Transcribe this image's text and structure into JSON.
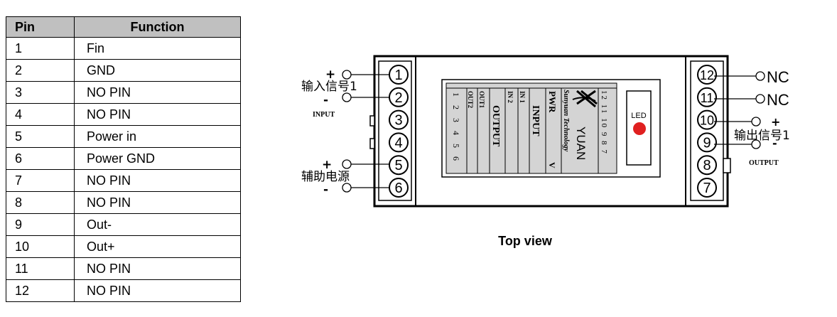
{
  "table": {
    "headers": {
      "pin": "Pin",
      "function": "Function"
    },
    "rows": [
      {
        "pin": "1",
        "function": "Fin"
      },
      {
        "pin": "2",
        "function": "GND"
      },
      {
        "pin": "3",
        "function": "NO PIN"
      },
      {
        "pin": "4",
        "function": "NO PIN"
      },
      {
        "pin": "5",
        "function": "Power in"
      },
      {
        "pin": "6",
        "function": "Power GND"
      },
      {
        "pin": "7",
        "function": "NO PIN"
      },
      {
        "pin": "8",
        "function": "NO PIN"
      },
      {
        "pin": "9",
        "function": "Out-"
      },
      {
        "pin": "10",
        "function": "Out+"
      },
      {
        "pin": "11",
        "function": "NO PIN"
      },
      {
        "pin": "12",
        "function": "NO PIN"
      }
    ]
  },
  "diagram": {
    "caption": "Top view",
    "left_terminals": [
      "1",
      "2",
      "3",
      "4",
      "5",
      "6"
    ],
    "right_terminals": [
      "12",
      "11",
      "10",
      "9",
      "8",
      "7"
    ],
    "input_signal_label": "输入信号1",
    "input_label": "INPUT",
    "aux_power_label": "辅助电源",
    "output_signal_label": "输出信号1",
    "output_label": "OUTPUT",
    "nc_label": "NC",
    "plus": "+",
    "minus": "-",
    "led_label": "LED",
    "brand": "YUAN",
    "brand_sub": "Sunyuan Technology",
    "pwr_label": "PWR",
    "volt_label": "V",
    "panel_input": "INPUT",
    "panel_output": "OUTPUT",
    "in1": "IN 1",
    "in2": "IN 2",
    "out1": "OUT1",
    "out2": "OUT2",
    "pin_row_bottom": "1 2 3 4 5 6",
    "pin_row_top": "12 11 10 9 8 7",
    "led_color": "#e02020",
    "panel_color": "#d4d4d4"
  }
}
